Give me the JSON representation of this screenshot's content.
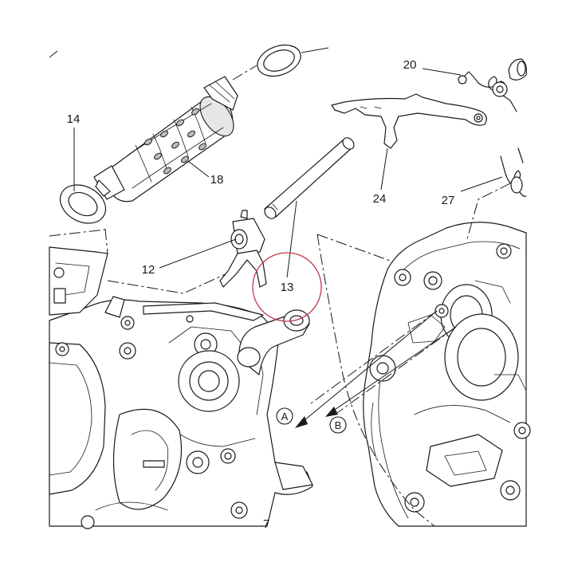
{
  "callouts": {
    "c14": "14",
    "c18": "18",
    "c12": "12",
    "c13": "13",
    "c20": "20",
    "c24": "24",
    "c27": "27",
    "c7": "7",
    "refA": "A",
    "refB": "B"
  },
  "highlight": {
    "color": "#c0394b"
  }
}
